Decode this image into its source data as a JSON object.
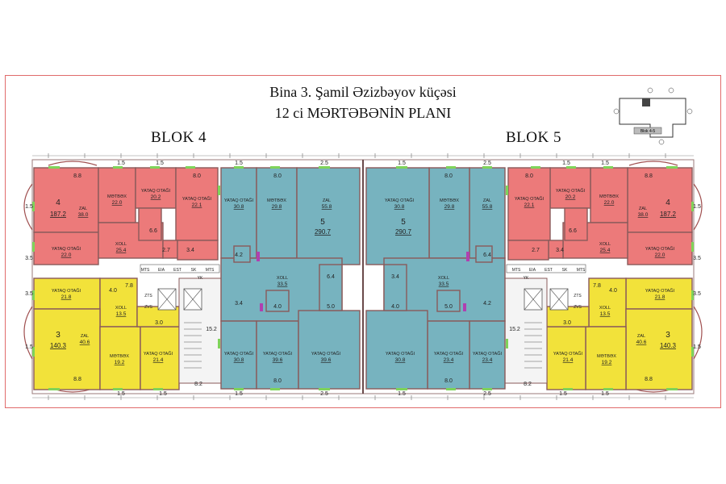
{
  "header": {
    "title_line1": "Bina 3. Şamil Əzizbəyov küçəsi",
    "title_line2": "12 ci MƏRTƏBƏNİN PLANI",
    "blok_left": "BLOK 4",
    "blok_right": "BLOK 5"
  },
  "colors": {
    "apt4": "#ec7a7a",
    "apt3": "#f2e23a",
    "apt5": "#77b3bf",
    "wall": "#8a5a5a",
    "frame": "#e06b6b",
    "dim": "#2b2b8a"
  },
  "keyplan": {
    "label": "Blok 4-5"
  },
  "block4": {
    "apt4": {
      "number": "4",
      "total": "187.2",
      "rooms": [
        {
          "name": "ZAL",
          "area": "38.0"
        },
        {
          "name": "MƏTBƏX",
          "area": "22.0"
        },
        {
          "name": "YATAQ OTAĞI",
          "area": "20.2"
        },
        {
          "name": "YATAQ OTAĞI",
          "area": "22.1"
        },
        {
          "name": "YATAQ OTAĞI",
          "area": "22.0"
        },
        {
          "name": "XOLL",
          "area": "25.4"
        }
      ],
      "small": [
        "6.6",
        "2.7",
        "3.4"
      ],
      "balconies": [
        "8.8",
        "1.5",
        "1.5",
        "1.5",
        "8.0",
        "3.5"
      ]
    },
    "apt3": {
      "number": "3",
      "total": "140.3",
      "rooms": [
        {
          "name": "YATAQ OTAĞI",
          "area": "21.8"
        },
        {
          "name": "XOLL",
          "area": "13.5"
        },
        {
          "name": "ZAL",
          "area": "40.6"
        },
        {
          "name": "MƏTBƏX",
          "area": "19.2"
        },
        {
          "name": "YATAQ OTAĞI",
          "area": "21.4"
        }
      ],
      "small": [
        "4.0",
        "3.0",
        "7.8"
      ],
      "balconies": [
        "3.5",
        "1.5",
        "8.8",
        "1.5",
        "1.5"
      ]
    },
    "apt5": {
      "number": "5",
      "total": "290.7",
      "rooms": [
        {
          "name": "YATAQ OTAĞI",
          "area": "30.8"
        },
        {
          "name": "MƏTBƏX",
          "area": "29.8"
        },
        {
          "name": "ZAL",
          "area": "55.8"
        },
        {
          "name": "XOLL",
          "area": "33.5"
        },
        {
          "name": "YATAQ OTAĞI",
          "area": "30.8"
        },
        {
          "name": "YATAQ OTAĞI",
          "area": "39.6"
        },
        {
          "name": "YATAQ OTAĞI",
          "area": "39.6"
        }
      ],
      "small": [
        "4.2",
        "3.4",
        "4.0",
        "5.0",
        "6.4"
      ],
      "balconies": [
        "1.5",
        "8.0",
        "2.5",
        "1.5",
        "8.0",
        "2.5"
      ]
    },
    "core": {
      "stair_area": "15.2",
      "lobby_area": "8.2",
      "shafts": [
        "MTS",
        "EIA",
        "EST",
        "SK",
        "MTS"
      ],
      "yk": "YK",
      "zts": [
        "ZTS",
        "ZVS"
      ]
    }
  },
  "block5": {
    "apt4": {
      "number": "4",
      "total": "187.2",
      "rooms": [
        {
          "name": "ZAL",
          "area": "38.0"
        },
        {
          "name": "MƏTBƏX",
          "area": "22.0"
        },
        {
          "name": "YATAQ OTAĞI",
          "area": "20.2"
        },
        {
          "name": "YATAQ OTAĞI",
          "area": "22.1"
        },
        {
          "name": "YATAQ OTAĞI",
          "area": "22.0"
        },
        {
          "name": "XOLL",
          "area": "25.4"
        }
      ],
      "small": [
        "6.6",
        "3.4",
        "2.7"
      ],
      "balconies": [
        "8.8",
        "1.5",
        "1.5",
        "1.5",
        "8.0",
        "3.5"
      ]
    },
    "apt3": {
      "number": "3",
      "total": "140.3",
      "rooms": [
        {
          "name": "YATAQ OTAĞI",
          "area": "21.8"
        },
        {
          "name": "XOLL",
          "area": "13.5"
        },
        {
          "name": "ZAL",
          "area": "40.6"
        },
        {
          "name": "MƏTBƏX",
          "area": "19.2"
        },
        {
          "name": "YATAQ OTAĞI",
          "area": "21.4"
        }
      ],
      "small": [
        "4.0",
        "3.0",
        "7.8"
      ],
      "balconies": [
        "3.5",
        "1.5",
        "8.8",
        "1.5",
        "1.5"
      ]
    },
    "apt5": {
      "number": "5",
      "total": "290.7",
      "rooms": [
        {
          "name": "ZAL",
          "area": "55.8"
        },
        {
          "name": "MƏTBƏX",
          "area": "29.8"
        },
        {
          "name": "YATAQ OTAĞI",
          "area": "30.8"
        },
        {
          "name": "XOLL",
          "area": "33.5"
        },
        {
          "name": "YATAQ OTAĞI",
          "area": "23.4"
        },
        {
          "name": "YATAQ OTAĞI",
          "area": "23.4"
        },
        {
          "name": "YATAQ OTAĞI",
          "area": "30.8"
        }
      ],
      "small": [
        "6.4",
        "4.2",
        "5.0",
        "4.0",
        "3.4"
      ],
      "balconies": [
        "2.5",
        "8.0",
        "1.5",
        "2.5",
        "8.0",
        "1.5"
      ]
    },
    "core": {
      "stair_area": "15.2",
      "lobby_area": "8.2",
      "shafts": [
        "MTS",
        "SK",
        "EST",
        "EIA",
        "MTS"
      ],
      "yk": "YK",
      "zts": [
        "ZTS",
        "ZVS"
      ]
    }
  }
}
